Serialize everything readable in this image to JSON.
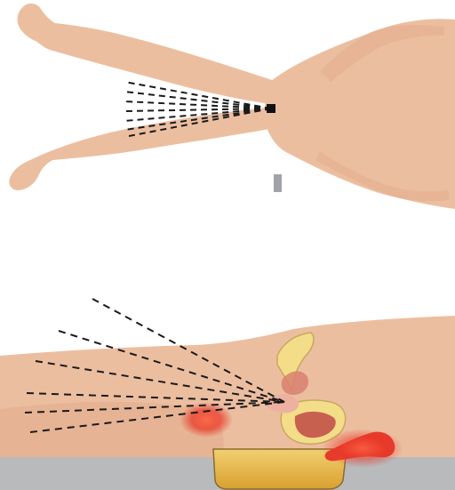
{
  "figure": {
    "panels": [
      {
        "view": "top",
        "subject": "supine-body-with-legs-apart",
        "beam_origin": "perineum",
        "beam_lines": 7
      },
      {
        "view": "side-section",
        "subject": "lateral-pelvis-cross-section",
        "beam_lines": 6,
        "hot_spots": 2
      }
    ],
    "colors": {
      "skin": "#ecbea0",
      "skin_dark": "#e3ad8c",
      "beam": "#1a1a1a",
      "hot_spot": "#e83a2a",
      "table": "#b8babc",
      "bone": "#f3dd88",
      "organ": "#c86050",
      "gel_pad": "#e6b640",
      "applicator": "#a0a4a8"
    }
  }
}
